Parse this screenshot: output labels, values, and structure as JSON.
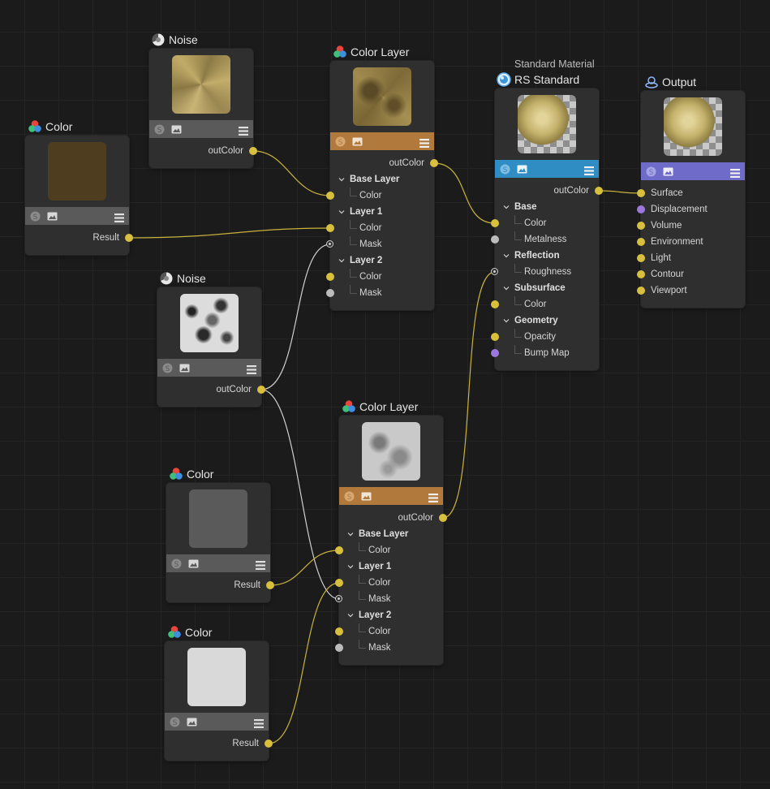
{
  "colors": {
    "canvas": "#1b1b1b",
    "node_body": "#2f2f2f",
    "toolbar_gray": "#5a5a5a",
    "toolbar_orange": "#b17a3c",
    "toolbar_blue": "#2f8dc4",
    "toolbar_purple": "#6e6cc8",
    "port_yellow": "#d8bf3e",
    "port_purple": "#9c78dd",
    "wire_yellow": "#c9b23c",
    "wire_white": "#cfcfcf"
  },
  "nodes": {
    "noise1": {
      "title": "Noise",
      "icon": "noise-icon",
      "out": "outColor"
    },
    "color1": {
      "title": "Color",
      "icon": "color-rgb-icon",
      "out": "Result",
      "swatch": "#4f3d1f"
    },
    "noise2": {
      "title": "Noise",
      "icon": "noise-icon",
      "out": "outColor"
    },
    "color2": {
      "title": "Color",
      "icon": "color-rgb-icon",
      "out": "Result",
      "swatch": "#5a5a5a"
    },
    "color3": {
      "title": "Color",
      "icon": "color-rgb-icon",
      "out": "Result",
      "swatch": "#d9d9d9"
    },
    "layer1": {
      "title": "Color Layer",
      "icon": "color-rgb-icon",
      "out": "outColor",
      "base_layer": "Base Layer",
      "base_color": "Color",
      "layer1": "Layer 1",
      "l1_color": "Color",
      "l1_mask": "Mask",
      "layer2": "Layer 2",
      "l2_color": "Color",
      "l2_mask": "Mask"
    },
    "layer2": {
      "title": "Color Layer",
      "icon": "color-rgb-icon",
      "out": "outColor",
      "base_layer": "Base Layer",
      "base_color": "Color",
      "layer1": "Layer 1",
      "l1_color": "Color",
      "l1_mask": "Mask",
      "layer2": "Layer 2",
      "l2_color": "Color",
      "l2_mask": "Mask"
    },
    "material": {
      "subtitle": "Standard Material",
      "title": "RS Standard",
      "icon": "redshift-sphere-icon",
      "out": "outColor",
      "base": "Base",
      "base_color": "Color",
      "metalness": "Metalness",
      "reflection": "Reflection",
      "roughness": "Roughness",
      "subsurface": "Subsurface",
      "ss_color": "Color",
      "geometry": "Geometry",
      "opacity": "Opacity",
      "bump": "Bump Map"
    },
    "output": {
      "title": "Output",
      "icon": "output-icon",
      "inputs": [
        "Surface",
        "Displacement",
        "Volume",
        "Environment",
        "Light",
        "Contour",
        "Viewport"
      ]
    }
  }
}
